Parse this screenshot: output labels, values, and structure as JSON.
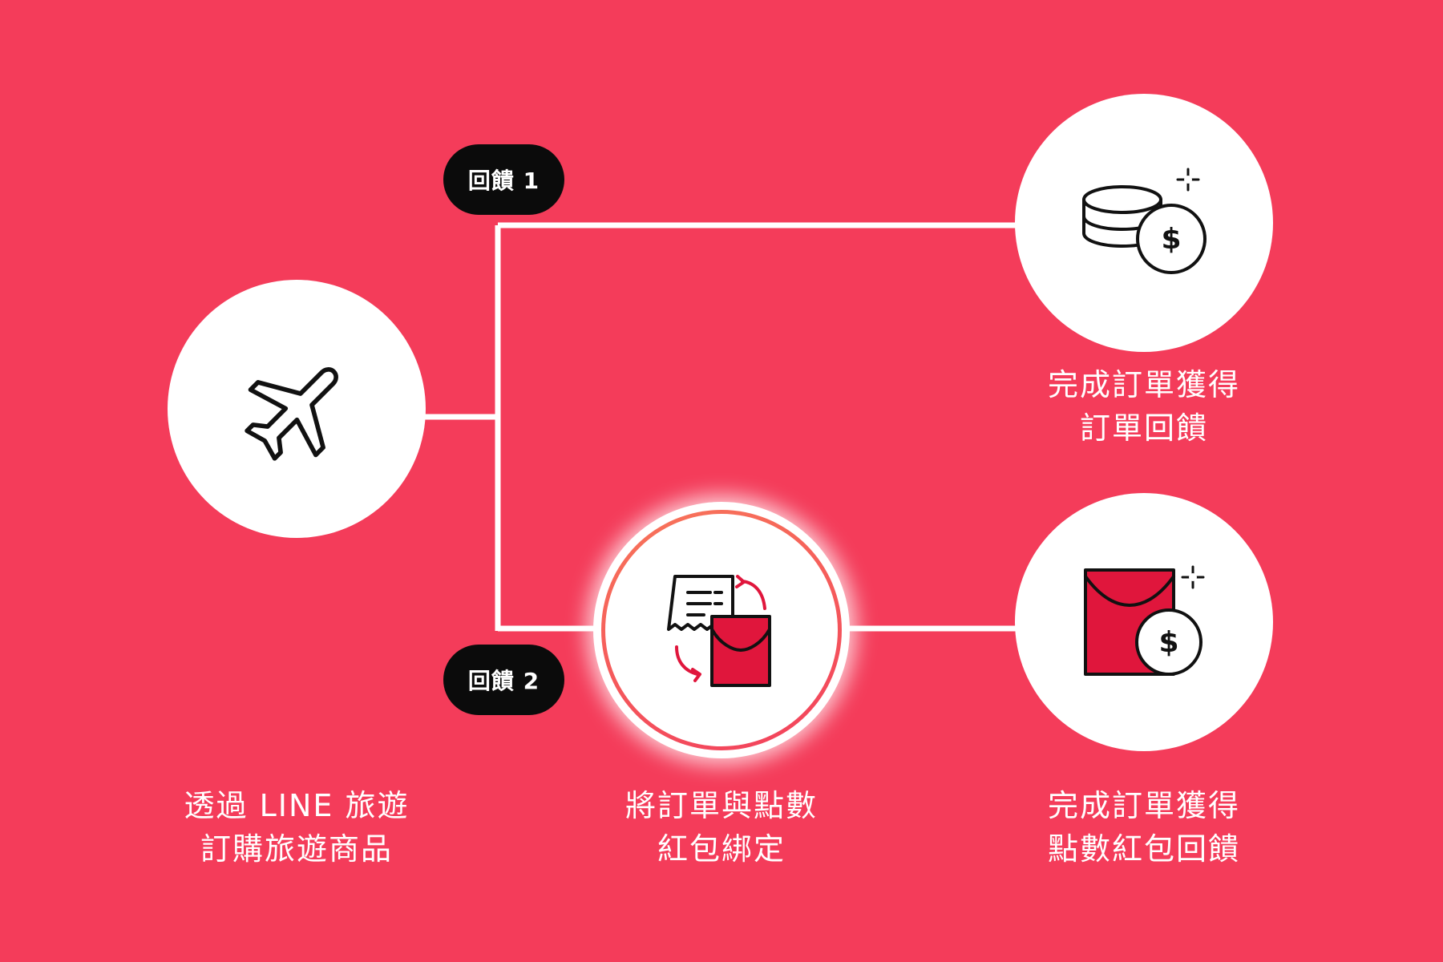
{
  "colors": {
    "background": "#f43c5a",
    "node_fill": "#ffffff",
    "badge_fill": "#0b0b0b",
    "accent_red": "#e0163c",
    "ring_orange": "#f8765a",
    "icon_stroke": "#111111"
  },
  "badges": [
    {
      "label": "回饋 1"
    },
    {
      "label": "回饋 2"
    }
  ],
  "nodes": {
    "plane": {
      "icon": "airplane-icon",
      "caption": [
        "透過 LINE 旅遊",
        "訂購旅遊商品"
      ]
    },
    "coins": {
      "icon": "coin-stack-dollar-icon",
      "caption": [
        "完成訂單獲得",
        "訂單回饋"
      ]
    },
    "bind": {
      "icon": "receipt-envelope-bind-icon",
      "caption": [
        "將訂單與點數",
        "紅包綁定"
      ]
    },
    "envelope": {
      "icon": "red-envelope-dollar-icon",
      "caption": [
        "完成訂單獲得",
        "點數紅包回饋"
      ]
    }
  }
}
